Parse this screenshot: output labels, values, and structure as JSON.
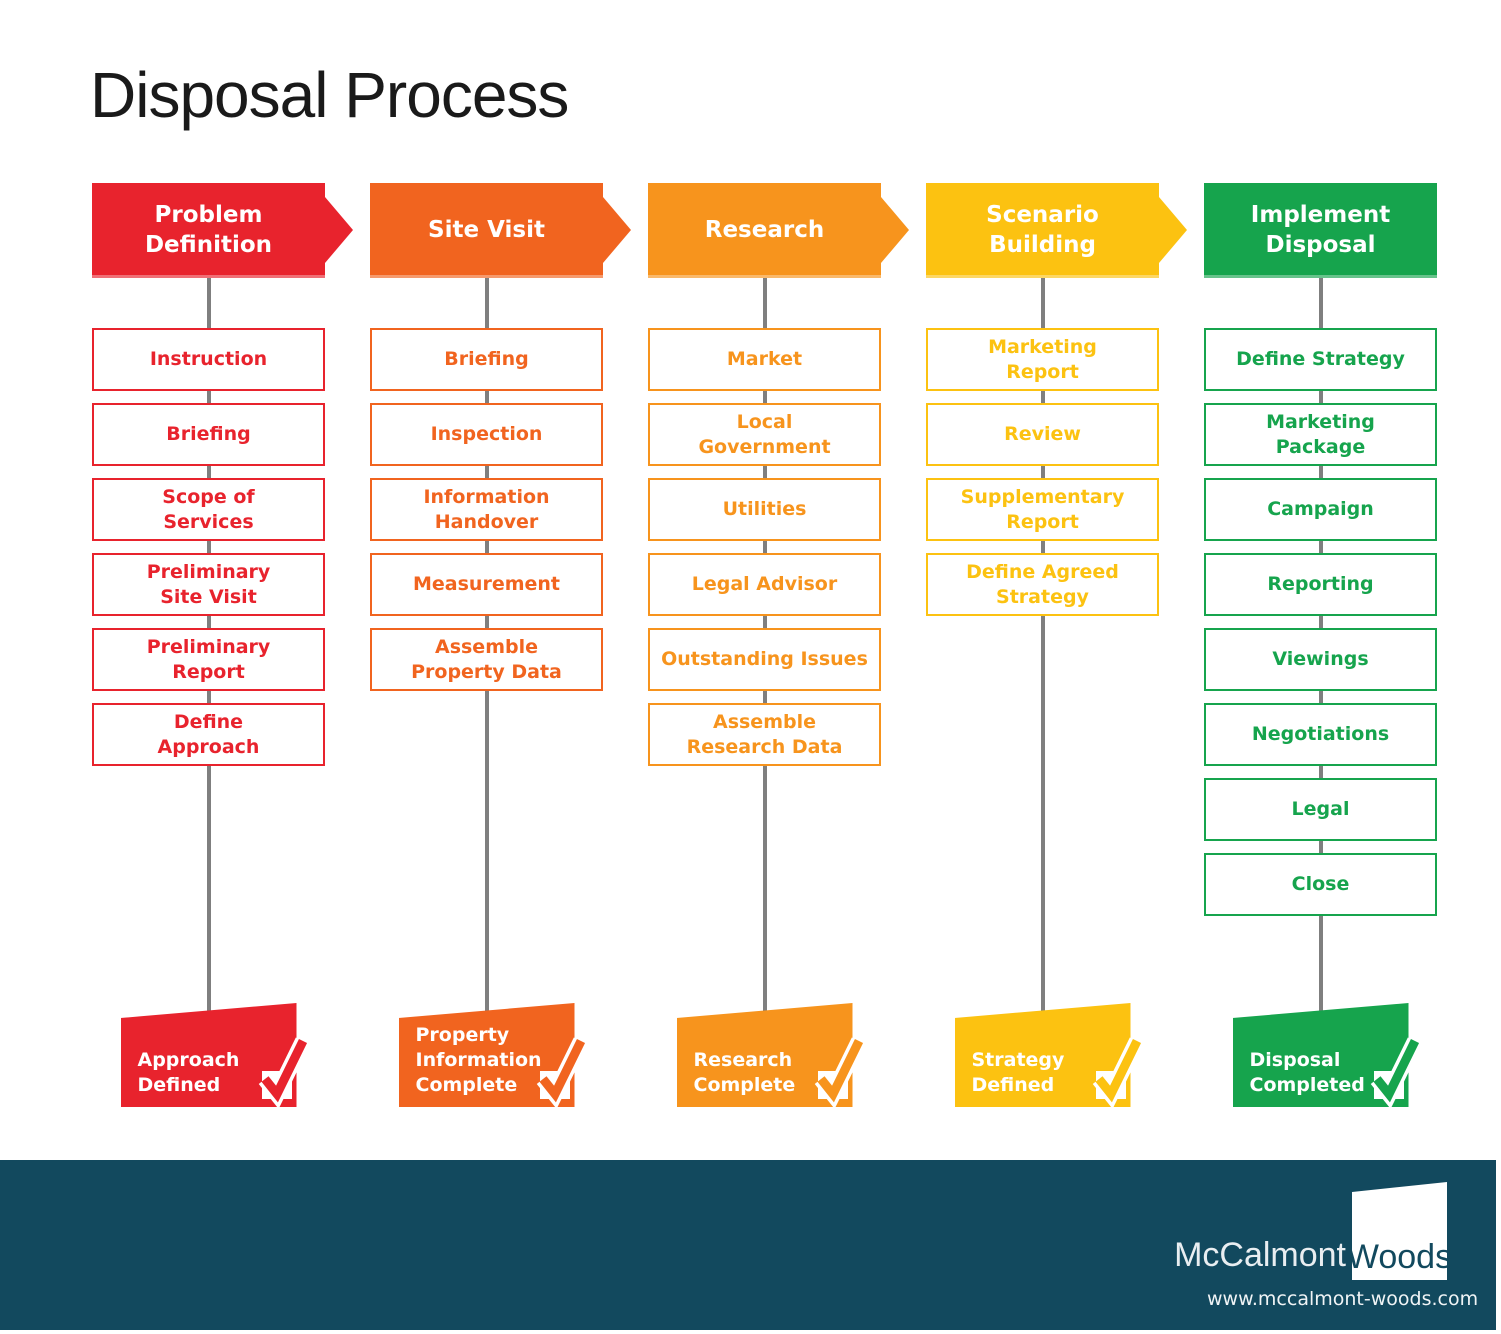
{
  "title": "Disposal Process",
  "columns": [
    {
      "header": "Problem\nDefinition",
      "color": "#e8232d",
      "steps": [
        "Instruction",
        "Briefing",
        "Scope of\nServices",
        "Preliminary\nSite Visit",
        "Preliminary\nReport",
        "Define\nApproach"
      ],
      "banner": "Approach\nDefined"
    },
    {
      "header": "Site Visit",
      "color": "#f1641f",
      "steps": [
        "Briefing",
        "Inspection",
        "Information\nHandover",
        "Measurement",
        "Assemble\nProperty Data"
      ],
      "banner": "Property\nInformation\nComplete"
    },
    {
      "header": "Research",
      "color": "#f7941d",
      "steps": [
        "Market",
        "Local\nGovernment",
        "Utilities",
        "Legal Advisor",
        "Outstanding Issues",
        "Assemble\nResearch Data"
      ],
      "banner": "Research\nComplete"
    },
    {
      "header": "Scenario\nBuilding",
      "color": "#fcc211",
      "steps": [
        "Marketing\nReport",
        "Review",
        "Supplementary\nReport",
        "Define Agreed\nStrategy"
      ],
      "banner": "Strategy\nDefined"
    },
    {
      "header": "Implement\nDisposal",
      "color": "#16a44d",
      "steps": [
        "Define Strategy",
        "Marketing\nPackage",
        "Campaign",
        "Reporting",
        "Viewings",
        "Negotiations",
        "Legal",
        "Close"
      ],
      "banner": "Disposal\nCompleted"
    }
  ],
  "footer": {
    "logo_text_1": "McCalmont",
    "logo_text_2": "Woods",
    "website": "www.mccalmont-woods.com"
  },
  "colors": {
    "connector_line": "#7f7f7f",
    "footer_bar": "#12495e",
    "title": "#1a1a1a"
  }
}
